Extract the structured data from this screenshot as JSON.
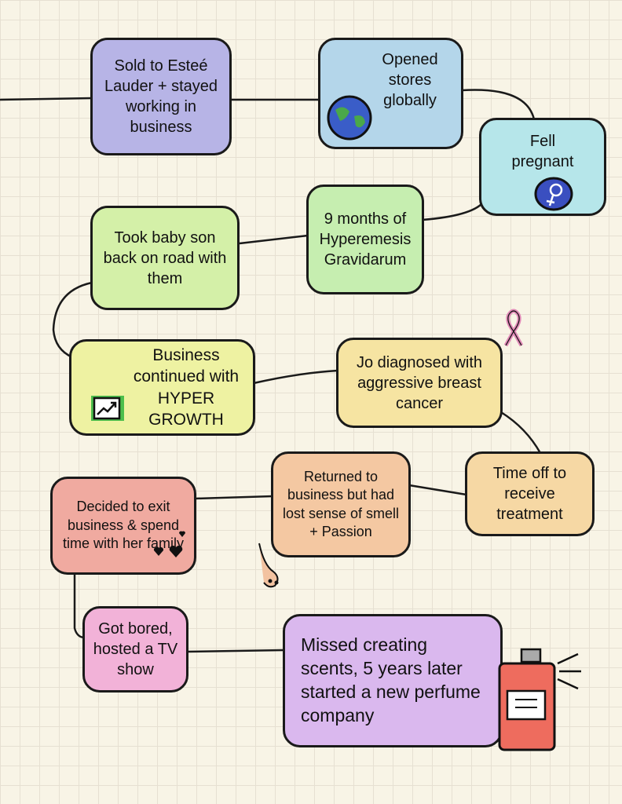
{
  "timeline": [
    {
      "id": "sold",
      "text": "Sold to Esteé Lauder + stayed working in business",
      "color": "#b7b4e6"
    },
    {
      "id": "stores",
      "text": "Opened stores globally",
      "color": "#b4d6ea"
    },
    {
      "id": "pregnant",
      "text": "Fell pregnant",
      "color": "#b6e6ea"
    },
    {
      "id": "hyperemesis",
      "text": "9 months of Hyperemesis Gravidarum",
      "color": "#c6eeb0"
    },
    {
      "id": "baby",
      "text": "Took baby son back on road with them",
      "color": "#d4f0a8"
    },
    {
      "id": "growth",
      "text": "Business continued with HYPER GROWTH",
      "color": "#eef2a2"
    },
    {
      "id": "diagnosed",
      "text": "Jo diagnosed with aggressive breast cancer",
      "color": "#f6e4a2"
    },
    {
      "id": "treatment",
      "text": "Time off to receive treatment",
      "color": "#f6d8a4"
    },
    {
      "id": "returned",
      "text": "Returned to business but had lost sense of smell + Passion",
      "color": "#f4c8a2"
    },
    {
      "id": "exit",
      "text": "Decided to exit business & spend time with her family",
      "color": "#f0aaa0"
    },
    {
      "id": "tv",
      "text": "Got bored, hosted a TV show",
      "color": "#f2b2d8"
    },
    {
      "id": "perfume",
      "text": "Missed creating scents, 5 years later started a new perfume company",
      "color": "#dab8ee"
    }
  ]
}
